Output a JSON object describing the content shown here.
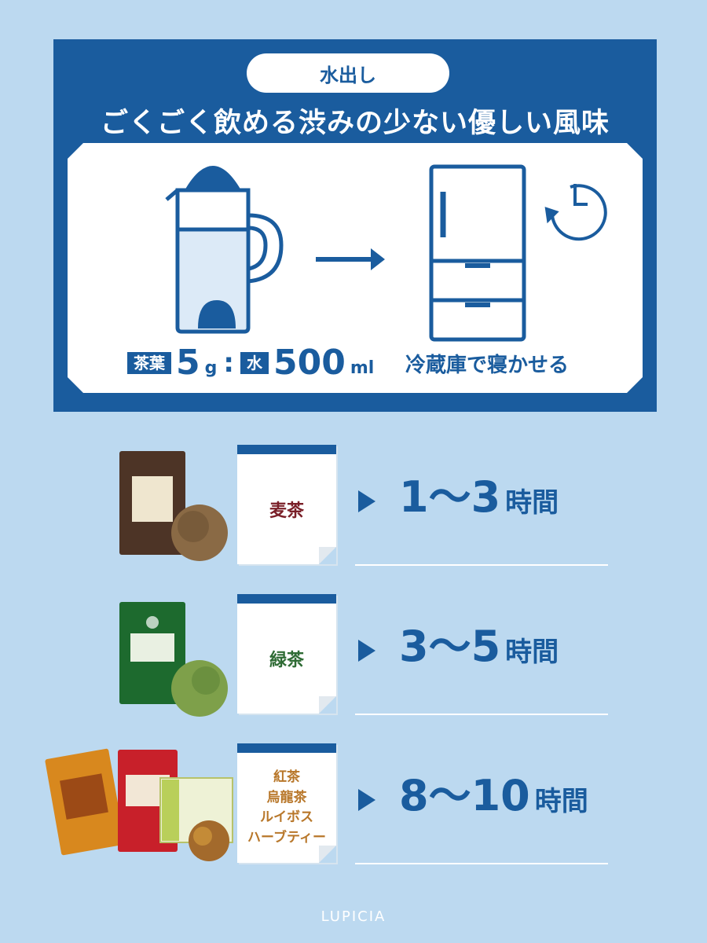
{
  "header": {
    "pill_label": "水出し",
    "headline": "ごくごく飲める渋みの少ない優しい風味"
  },
  "recipe": {
    "leaf_tag": "茶葉",
    "leaf_amount": "5",
    "leaf_unit": "g",
    "separator": ":",
    "water_tag": "水",
    "water_amount": "500",
    "water_unit": "ml",
    "fridge_caption": "冷蔵庫で寝かせる"
  },
  "steep_times": [
    {
      "tea": "麦茶",
      "tea_color": "#7a1f28",
      "range": "1〜3",
      "unit": "時間"
    },
    {
      "tea": "緑茶",
      "tea_color": "#2e6b34",
      "range": "3〜5",
      "unit": "時間"
    },
    {
      "tea": "紅茶\n烏龍茶\nルイボス\nハーブティー",
      "tea_color": "#b8772a",
      "range": "8〜10",
      "unit": "時間"
    }
  ],
  "footer": {
    "brand": "LUPICIA"
  },
  "colors": {
    "primary": "#1a5c9e",
    "background": "#bcd9f0"
  }
}
